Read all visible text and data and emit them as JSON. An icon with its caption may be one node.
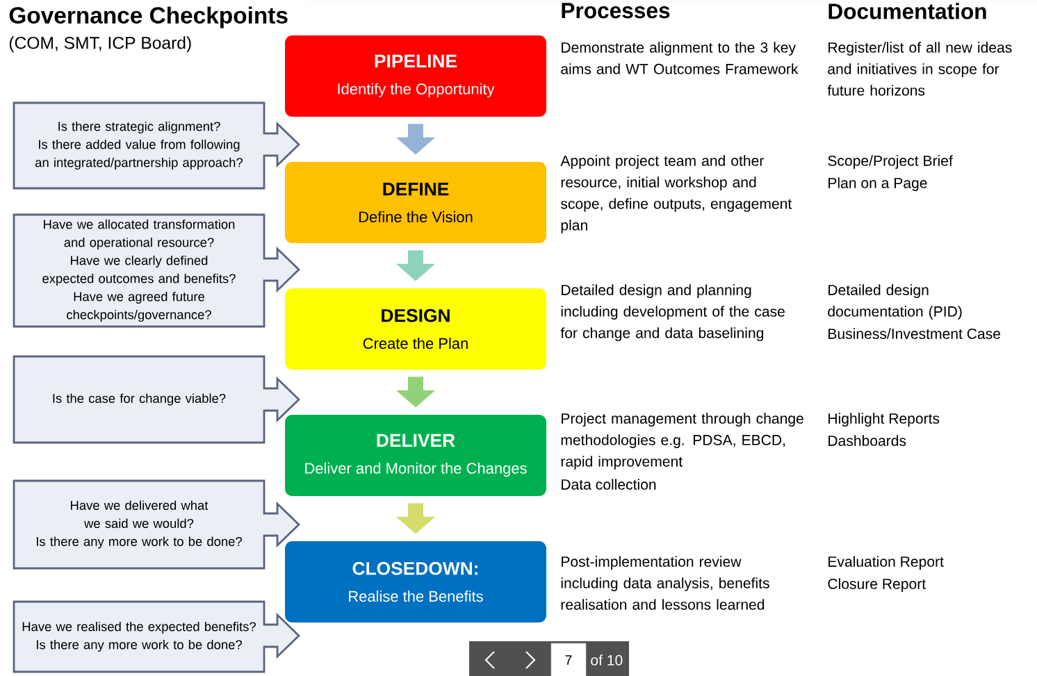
{
  "diagram": {
    "title": "Governance Checkpoints",
    "nodes": [
      {
        "text": [
          "PIPELINE",
          "Identify the Opportunity"
        ]
      },
      {
        "text": [
          "DEFINE",
          "Define the Vision"
        ]
      },
      {
        "text": [
          "DESIGN",
          "Create the Plan"
        ]
      },
      {
        "text": [
          "DELIVER",
          "Deliver and Monitor the Changes"
        ]
      },
      {
        "text": [
          "CLOSEDOWN:",
          "Realise the Benefits"
        ]
      },
      {
        "text": [
          "Is there strategic alignment?",
          "Is there added value from following an integrated/partnership approach?"
        ]
      },
      {
        "text": [
          "Have we allocated transformation and operational resource?",
          "Have we clearly defined expected outcomes and benefits?",
          "Have we agreed future checkpoints/governance?"
        ]
      },
      {
        "text": [
          "Is the case for change viable?"
        ]
      },
      {
        "text": [
          "Have we delivered what we said we would?",
          "Is there any more work to be done?"
        ]
      },
      {
        "text": [
          "Have we realised the expected benefits?",
          "Is there any more work to be done?"
        ]
      }
    ],
    "edges": [
      {
        "from": 0,
        "to": 1,
        "arrow": "to",
        "color": "#95b3d7"
      },
      {
        "from": 1,
        "to": 2,
        "arrow": "to",
        "color": "#8dd3bd"
      },
      {
        "from": 2,
        "to": 3,
        "arrow": "to",
        "color": "#92d07a"
      },
      {
        "from": 3,
        "to": 4,
        "arrow": "to",
        "color": "#d4dc6c"
      }
    ],
    "labels": [
      "(COM, SMT, ICP Board)",
      "Processes",
      "Documentation",
      "Demonstrate alignment to the 3 key aims and WT Outcomes Framework",
      "Register/list of all new ideas and initiatives in scope for future horizons",
      "Appoint project team and other resource, initial workshop and scope, define outputs, engagement plan",
      "Scope/Project Brief",
      "Plan on a Page",
      "Detailed design and planning including development of the case for change and data baselining",
      "Detailed design documentation (PID)",
      "Business/Investment Case",
      "Project management through change methodologies e.g. PDSA, EBCD, rapid improvement",
      "Data collection",
      "Highlight Reports",
      "Dashboards",
      "Post-implementation review including data analysis, benefits realisation and lessons learned",
      "Evaluation Report",
      "Closure Report",
      "7",
      "of 10"
    ]
  }
}
